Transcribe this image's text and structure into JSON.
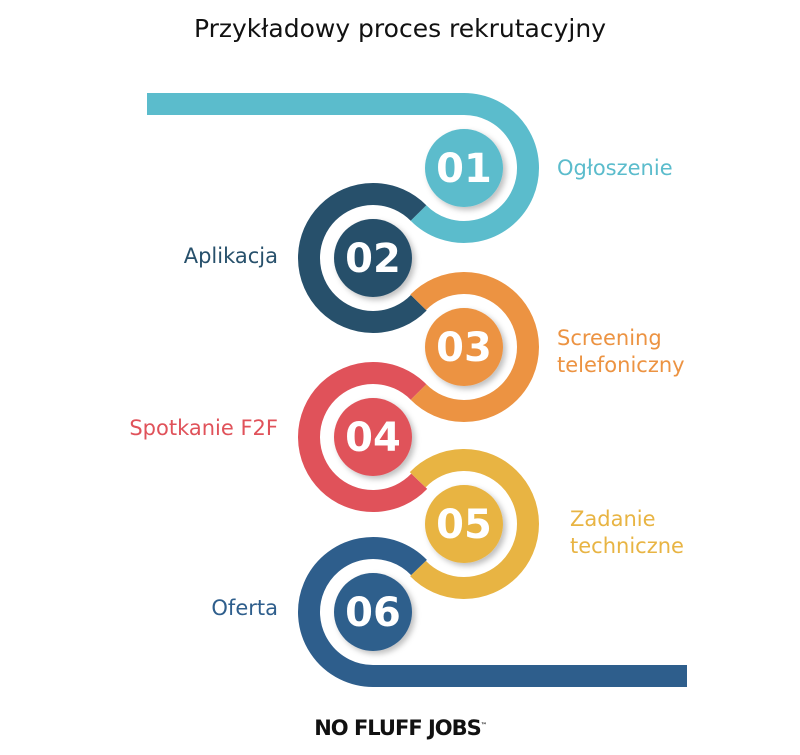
{
  "title": "Przykładowy proces rekrutacyjny",
  "steps": [
    {
      "number": "01",
      "label": "Ogłoszenie",
      "color": "#5bbccc"
    },
    {
      "number": "02",
      "label": "Aplikacja",
      "color": "#27506b"
    },
    {
      "number": "03",
      "label": "Screening telefoniczny",
      "color": "#ec9342"
    },
    {
      "number": "04",
      "label": "Spotkanie F2F",
      "color": "#e0525a"
    },
    {
      "number": "05",
      "label": "Zadanie techniczne",
      "color": "#e8b443"
    },
    {
      "number": "06",
      "label": "Oferta",
      "color": "#2e5e8c"
    }
  ],
  "logo": "NO FLUFF JOBS"
}
